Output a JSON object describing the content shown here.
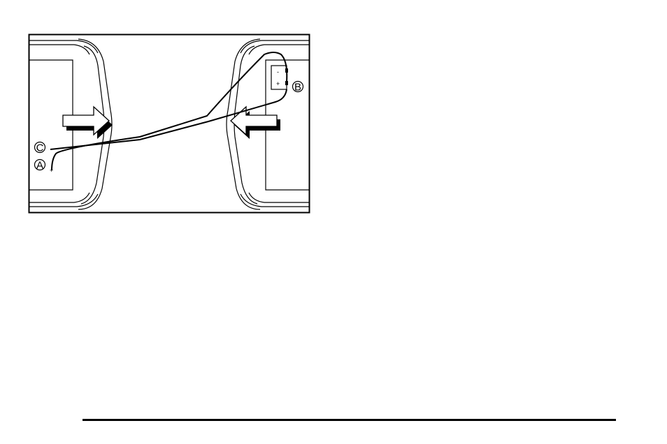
{
  "figure": {
    "callouts": {
      "a": "A",
      "b": "B",
      "c": "C"
    },
    "battery_terminals": {
      "negative": "-",
      "positive": "+"
    },
    "dead_terminal_mark": "+"
  },
  "colors": {
    "line": "#000000",
    "background": "#ffffff"
  }
}
